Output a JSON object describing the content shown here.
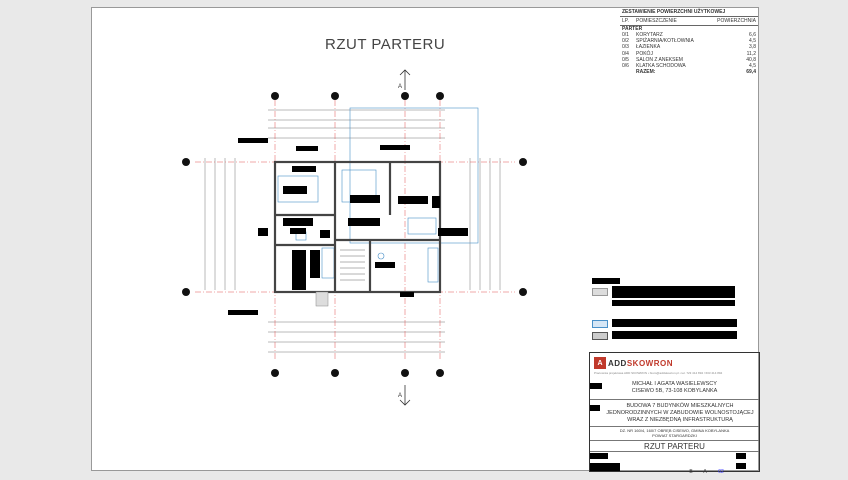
{
  "drawing_title": "RZUT PARTERU",
  "area_table": {
    "header": "ZESTAWIENIE POWIERZCHNI UŻYTKOWEJ",
    "columns": [
      "LP.",
      "POMIESZCZENIE",
      "POWIERZCHNIA"
    ],
    "section": "PARTER",
    "rows": [
      {
        "lp": "0/1",
        "name": "KORYTARZ",
        "area": "6,6"
      },
      {
        "lp": "0/2",
        "name": "SPIŻARNIA/KOTŁOWNIA",
        "area": "4,5"
      },
      {
        "lp": "0/3",
        "name": "ŁAZIENKA",
        "area": "3,8"
      },
      {
        "lp": "0/4",
        "name": "POKÓJ",
        "area": "11,2"
      },
      {
        "lp": "0/5",
        "name": "SALON Z ANEKSEM",
        "area": "40,8"
      },
      {
        "lp": "0/6",
        "name": "KLATKA SCHODOWA",
        "area": "4,5"
      }
    ],
    "total_label": "RAZEM:",
    "total_value": "69,4"
  },
  "section_marker": "A",
  "title_block": {
    "logo_prefix": "ADD",
    "logo_suffix": "SKOWRON",
    "contact": "Pracownia projektowa ADD SKOWRON • biuro@addskowron.pl • tel. 723 414 894 / 603 414 894",
    "investor_line1": "MICHAŁ I AGATA WASIELEWSCY",
    "investor_line2": "CISEWO 5B, 73-108 KOBYLANKA",
    "project_line1": "BUDOWA 7 BUDYNKÓW MIESZKALNYCH",
    "project_line2": "JEDNORODZINNYCH W ZABUDOWIE WOLNOSTOJĄCEJ",
    "project_line3": "WRAZ Z NIEZBĘDNĄ INFRASTRUKTURĄ",
    "location_line1": "DZ. NR 160/4, 160/7 OBRĘB CISEWO, GMINA KOBYLANKA",
    "location_line2": "POWIAT STARGARDZKI",
    "drawing_title": "RZUT PARTERU",
    "cells": [
      "B",
      "A",
      "02"
    ]
  },
  "colors": {
    "wall": "#444444",
    "dimension": "#555555",
    "axis": "#e05555",
    "furniture": "#4a90c8",
    "redaction": "#000000"
  }
}
